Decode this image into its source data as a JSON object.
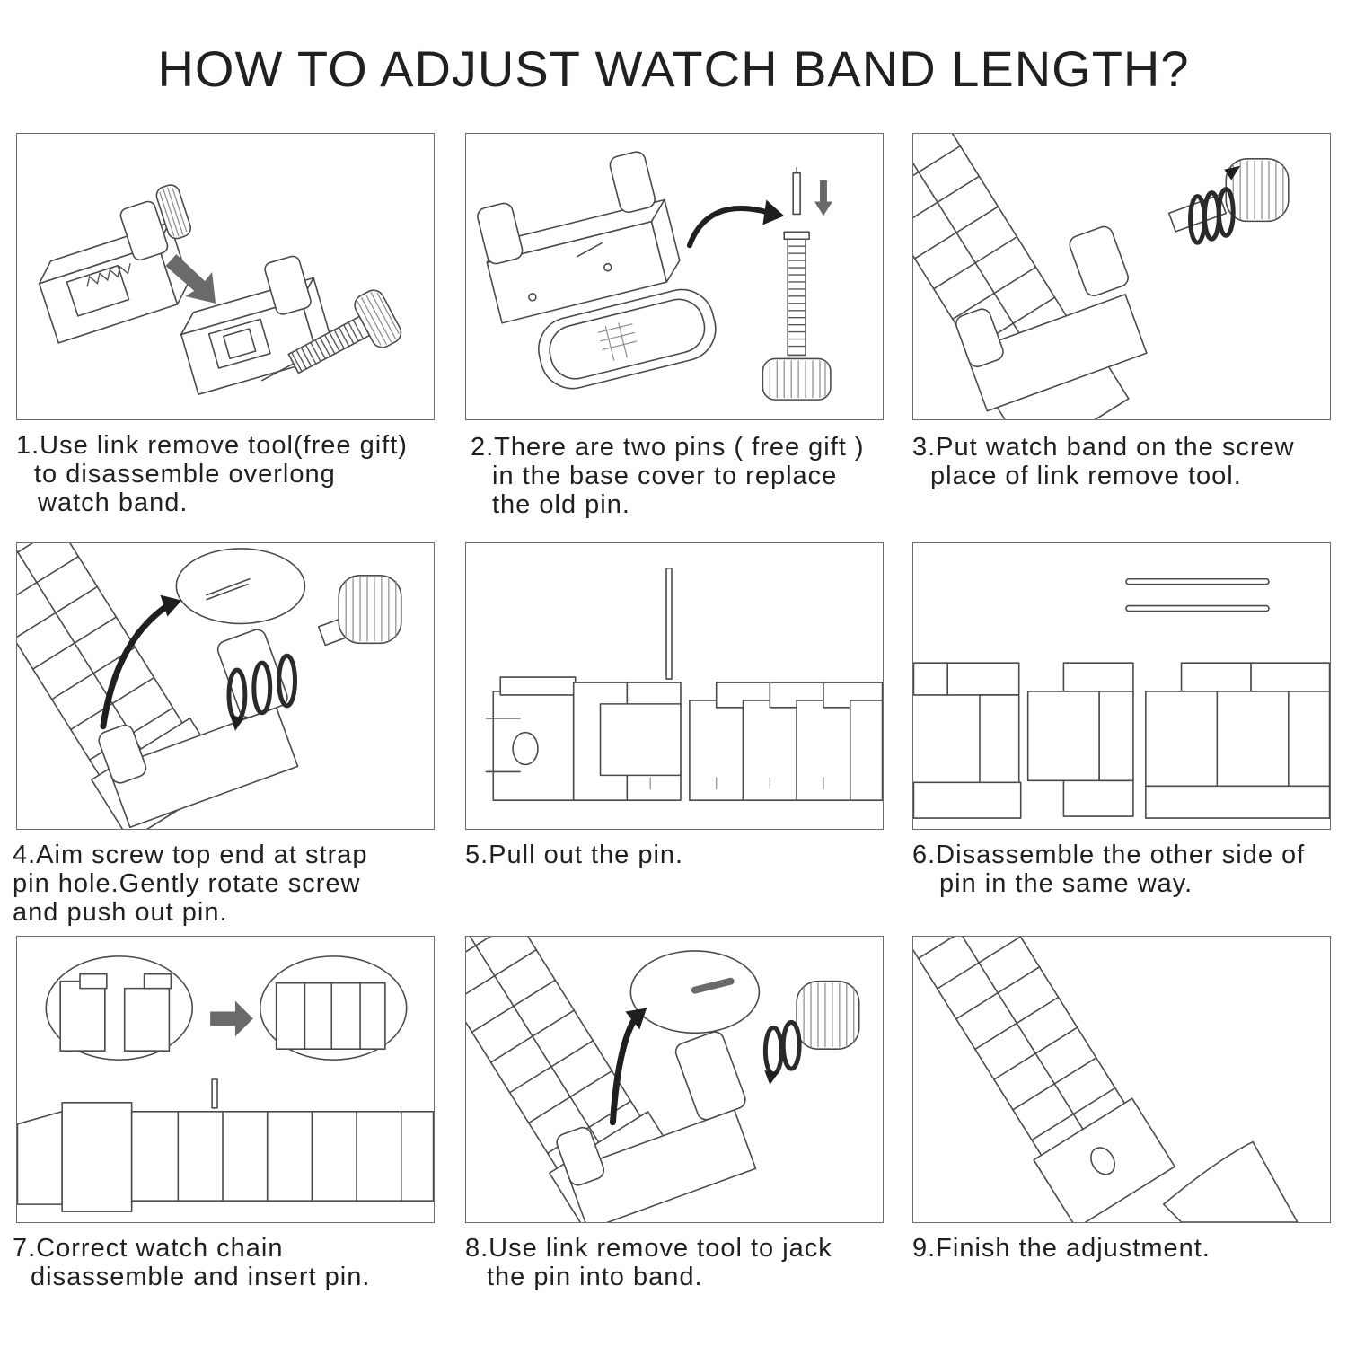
{
  "title": "HOW TO ADJUST WATCH BAND LENGTH?",
  "steps": [
    {
      "lines": [
        "1.Use link remove tool(free gift)",
        "to disassemble overlong",
        "watch band."
      ]
    },
    {
      "lines": [
        "2.There are two pins ( free gift )",
        "in the base cover to replace",
        "the old pin."
      ]
    },
    {
      "lines": [
        "3.Put watch band on the screw",
        "place of link remove tool."
      ]
    },
    {
      "lines": [
        "4.Aim screw top end at strap",
        "pin hole.Gently rotate screw",
        "and push out pin."
      ]
    },
    {
      "lines": [
        "5.Pull out the pin."
      ]
    },
    {
      "lines": [
        "6.Disassemble the other side of",
        "pin in the same way."
      ]
    },
    {
      "lines": [
        "7.Correct watch chain",
        "disassemble and insert pin."
      ]
    },
    {
      "lines": [
        "8.Use link remove tool to jack",
        "the pin into band."
      ]
    },
    {
      "lines": [
        "9.Finish the adjustment."
      ]
    }
  ],
  "icons": [
    "link-remove-tool-icon",
    "pin-icon",
    "watch-band-icon",
    "rotate-arrow-icon",
    "direction-arrow-icon"
  ],
  "colors": {
    "text": "#231f20",
    "line": "#4a4a4a",
    "border": "#6d6d6d",
    "arrow": "#1f1f1f",
    "background": "#ffffff"
  }
}
